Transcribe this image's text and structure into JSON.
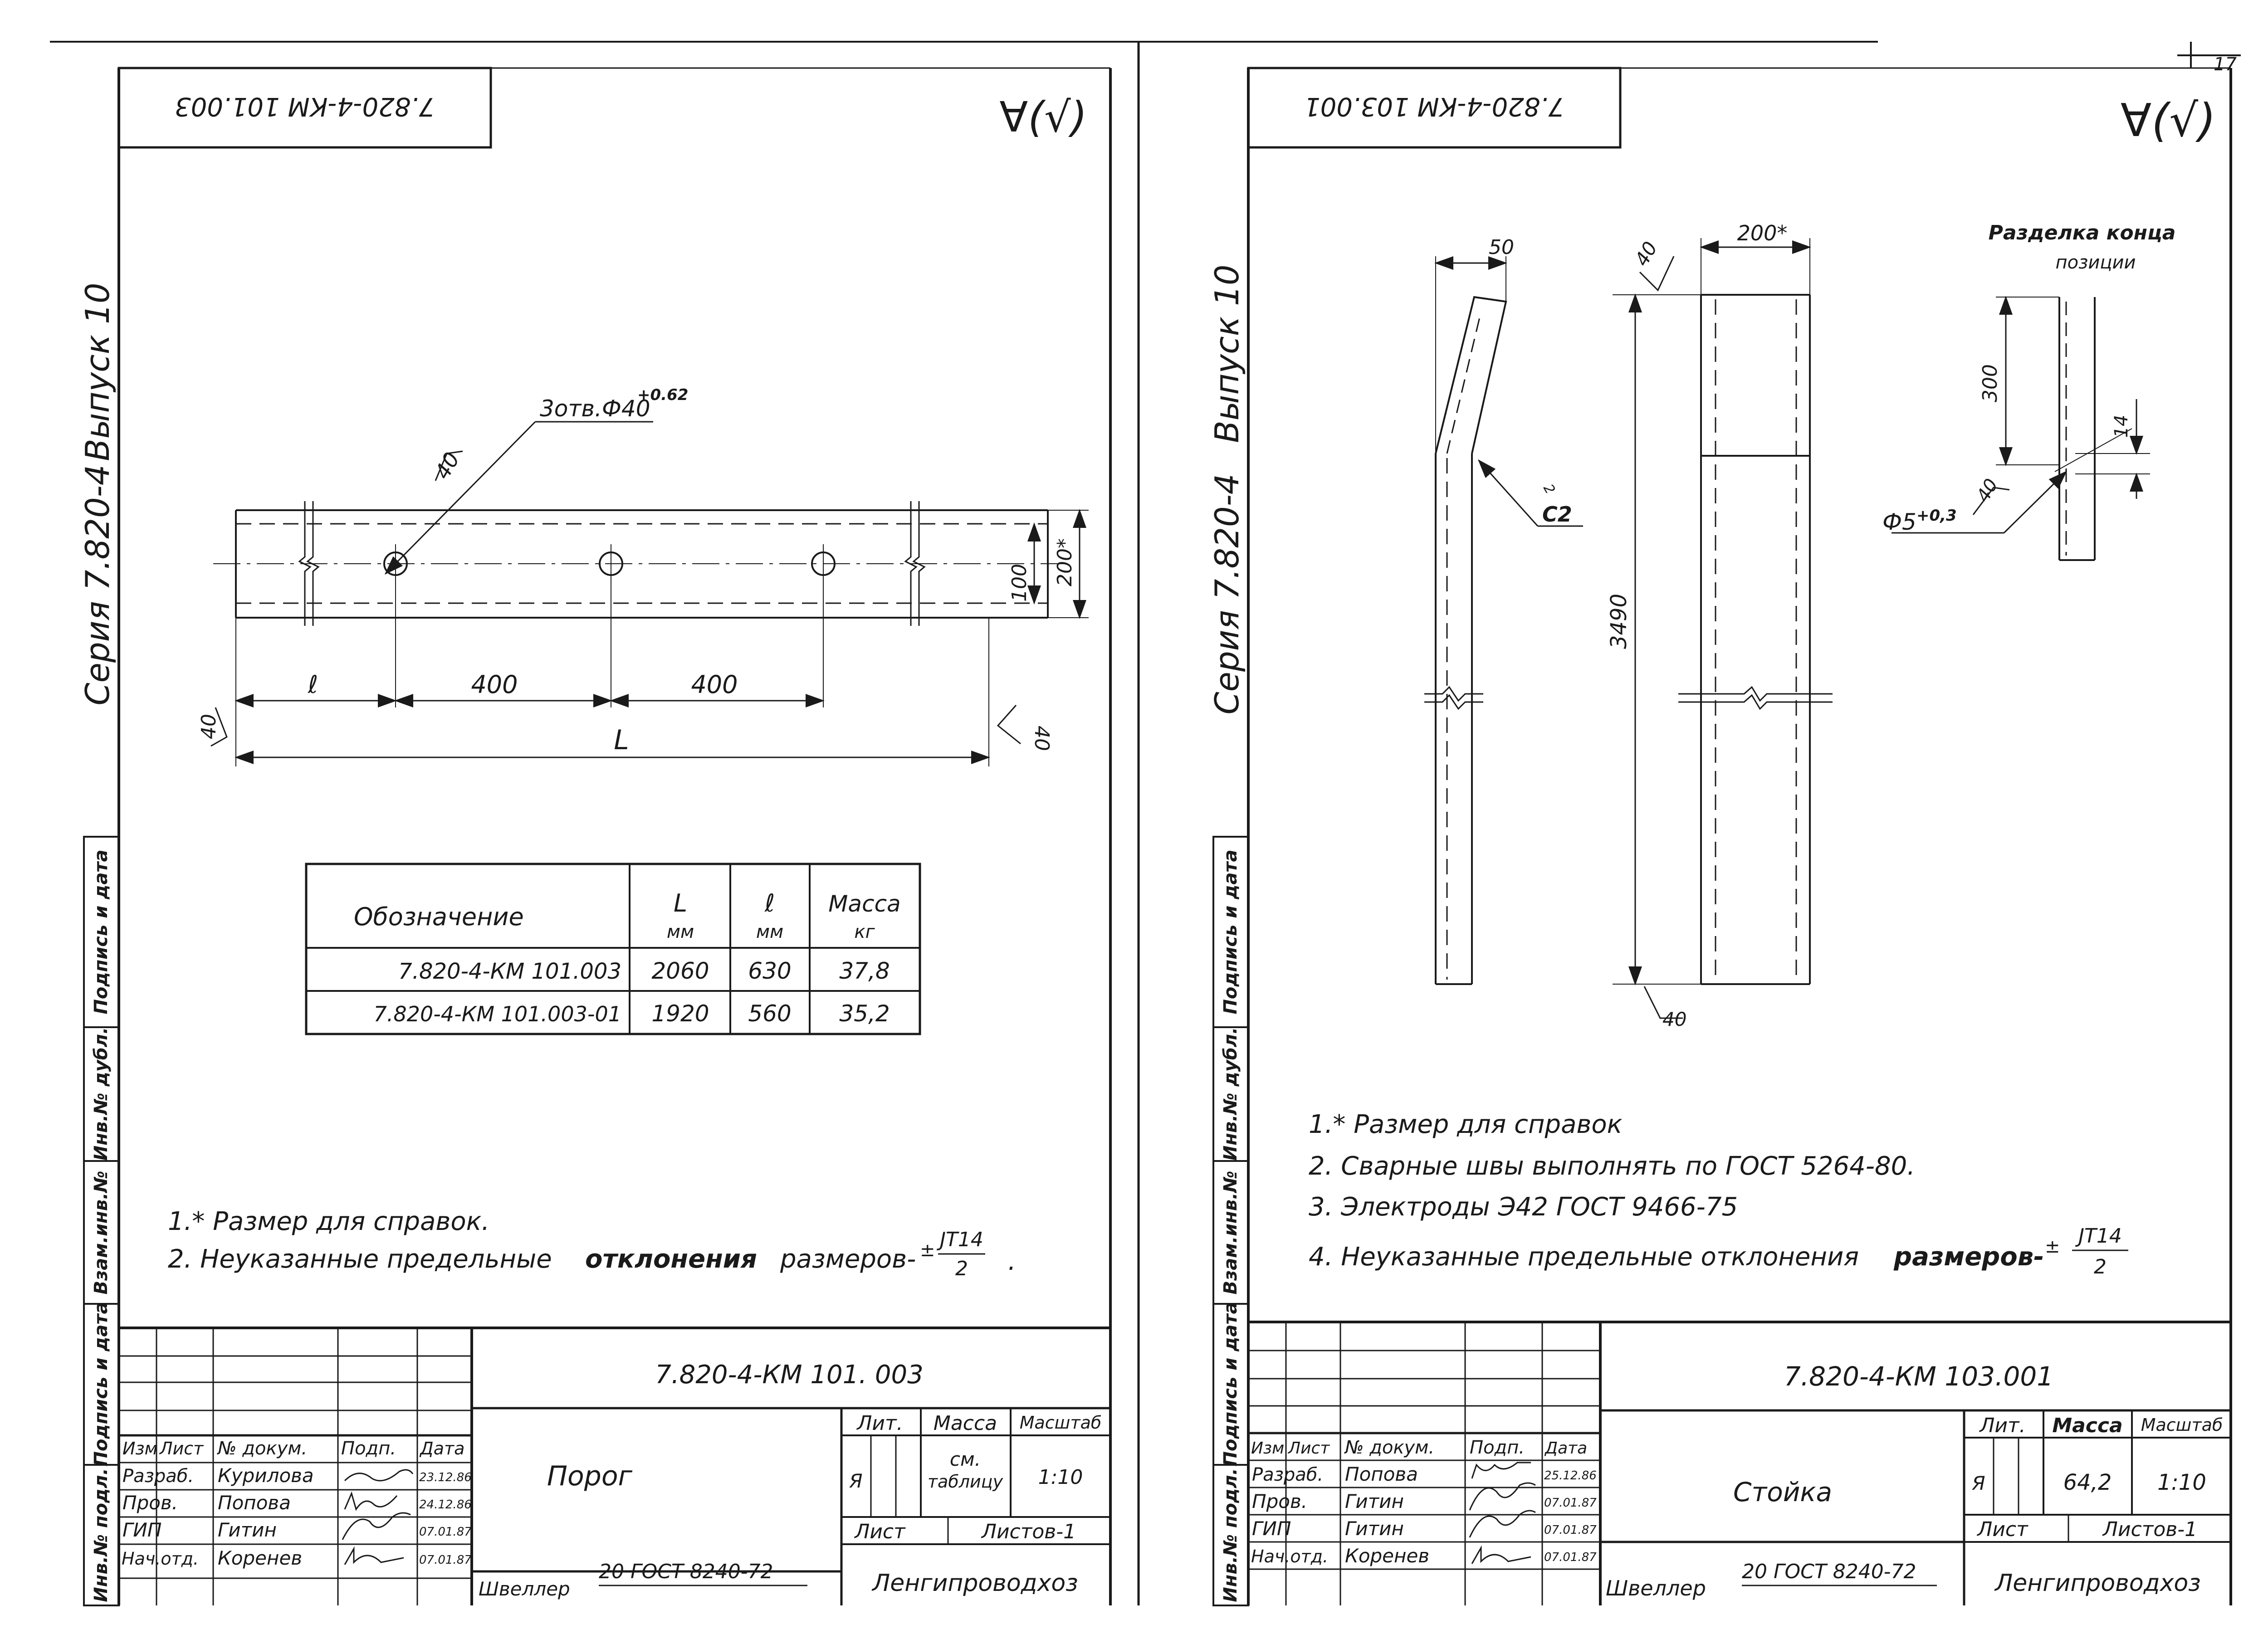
{
  "page_number": "17",
  "sheet_left": {
    "stamp_code": "7.820-4-КМ 101.003",
    "roughness": "∀(√)",
    "side_issue": "Выпуск 10",
    "side_series": "Серия 7.820-4",
    "margin_cells": [
      "Подпись и дата",
      "Инв.№ дубл.",
      "Взам.инв.№",
      "Подпись и дата",
      "Инв.№ подл."
    ],
    "drawing": {
      "holes_label": "3отв.Ф40",
      "holes_tol": "+0.62",
      "rough_hole": "40",
      "dim_100": "100",
      "dim_200": "200*",
      "dim_l": "ℓ",
      "dim_400a": "400",
      "dim_400b": "400",
      "dim_L": "L",
      "rough_left": "40",
      "rough_right": "40"
    },
    "table": {
      "headers": [
        [
          "Обозначение",
          ""
        ],
        [
          "L",
          "мм"
        ],
        [
          "ℓ",
          "мм"
        ],
        [
          "Масса",
          "кг"
        ]
      ],
      "rows": [
        [
          "7.820-4-КМ 101.003",
          "2060",
          "630",
          "37,8"
        ],
        [
          "7.820-4-КМ 101.003-01",
          "1920",
          "560",
          "35,2"
        ]
      ]
    },
    "notes": {
      "n1": "1.* Размер для справок.",
      "n2_a": "2. Неуказанные предельные",
      "n2_b": "отклонения",
      "n2_c": "размеров-",
      "pm": "±",
      "frac_top": "JT14",
      "frac_bot": "2",
      "dot": "."
    },
    "titleblock": {
      "code": "7.820-4-КМ 101. 003",
      "name": "Порог",
      "h_izm": "Изм",
      "h_list": "Лист",
      "h_doc": "№ докум.",
      "h_podp": "Подп.",
      "h_date": "Дата",
      "r1": [
        "Разраб.",
        "Курилова",
        "23.12.86"
      ],
      "r2": [
        "Пров.",
        "Попова",
        "24.12.86"
      ],
      "r3": [
        "ГИП",
        "Гитин",
        "07.01.87"
      ],
      "r4": [
        "Нач.отд.",
        "Коренев",
        "07.01.87"
      ],
      "lit_h": "Лит.",
      "mass_h": "Масса",
      "scale_h": "Масштаб",
      "lit_v": "Я",
      "mass_v1": "см.",
      "mass_v2": "таблицу",
      "scale_v": "1:10",
      "sheet_h": "Лист",
      "sheets_h": "Листов-1",
      "material_a": "Швеллер",
      "material_top": "20  ГОСТ 8240-72",
      "org": "Ленгипроводхоз"
    }
  },
  "sheet_right": {
    "stamp_code": "7.820-4-КМ 103.001",
    "roughness": "∀(√)",
    "side_issue": "Выпуск 10",
    "side_series": "Серия 7.820-4",
    "margin_cells": [
      "Подпись и дата",
      "Инв.№ дубл.",
      "Взам.инв.№",
      "Подпись и дата",
      "Инв.№ подл."
    ],
    "drawing": {
      "dim_50": "50",
      "weld": "С2",
      "weld_leg": "2",
      "rough_top": "40",
      "dim_200": "200*",
      "dim_3490": "3490",
      "rough_bottom": "40",
      "detail_title_a": "Разделка конца",
      "detail_title_b": "позиции",
      "dim_300": "300",
      "dim_14": "14",
      "rough_detail": "40",
      "hole_label": "Ф5",
      "hole_tol": "+0,3"
    },
    "notes": {
      "n1": "1.* Размер для справок",
      "n2": "2. Сварные швы выполнять по ГОСТ 5264-80.",
      "n3": "3. Электроды Э42 ГОСТ 9466-75",
      "n4_a": "4. Неуказанные предельные отклонения",
      "n4_b": "размеров-",
      "pm": "±",
      "frac_top": "JT14",
      "frac_bot": "2"
    },
    "titleblock": {
      "code": "7.820-4-КМ 103.001",
      "name": "Стойка",
      "h_izm": "Изм",
      "h_list": "Лист",
      "h_doc": "№ докум.",
      "h_podp": "Подп.",
      "h_date": "Дата",
      "r1": [
        "Разраб.",
        "Попова",
        "25.12.86"
      ],
      "r2": [
        "Пров.",
        "Гитин",
        "07.01.87"
      ],
      "r3": [
        "ГИП",
        "Гитин",
        "07.01.87"
      ],
      "r4": [
        "Нач.отд.",
        "Коренев",
        "07.01.87"
      ],
      "lit_h": "Лит.",
      "mass_h": "Масса",
      "scale_h": "Масштаб",
      "lit_v": "Я",
      "mass_v": "64,2",
      "scale_v": "1:10",
      "sheet_h": "Лист",
      "sheets_h": "Листов-1",
      "material_a": "Швеллер",
      "material_top": "20  ГОСТ 8240-72",
      "org": "Ленгипроводхоз"
    }
  }
}
